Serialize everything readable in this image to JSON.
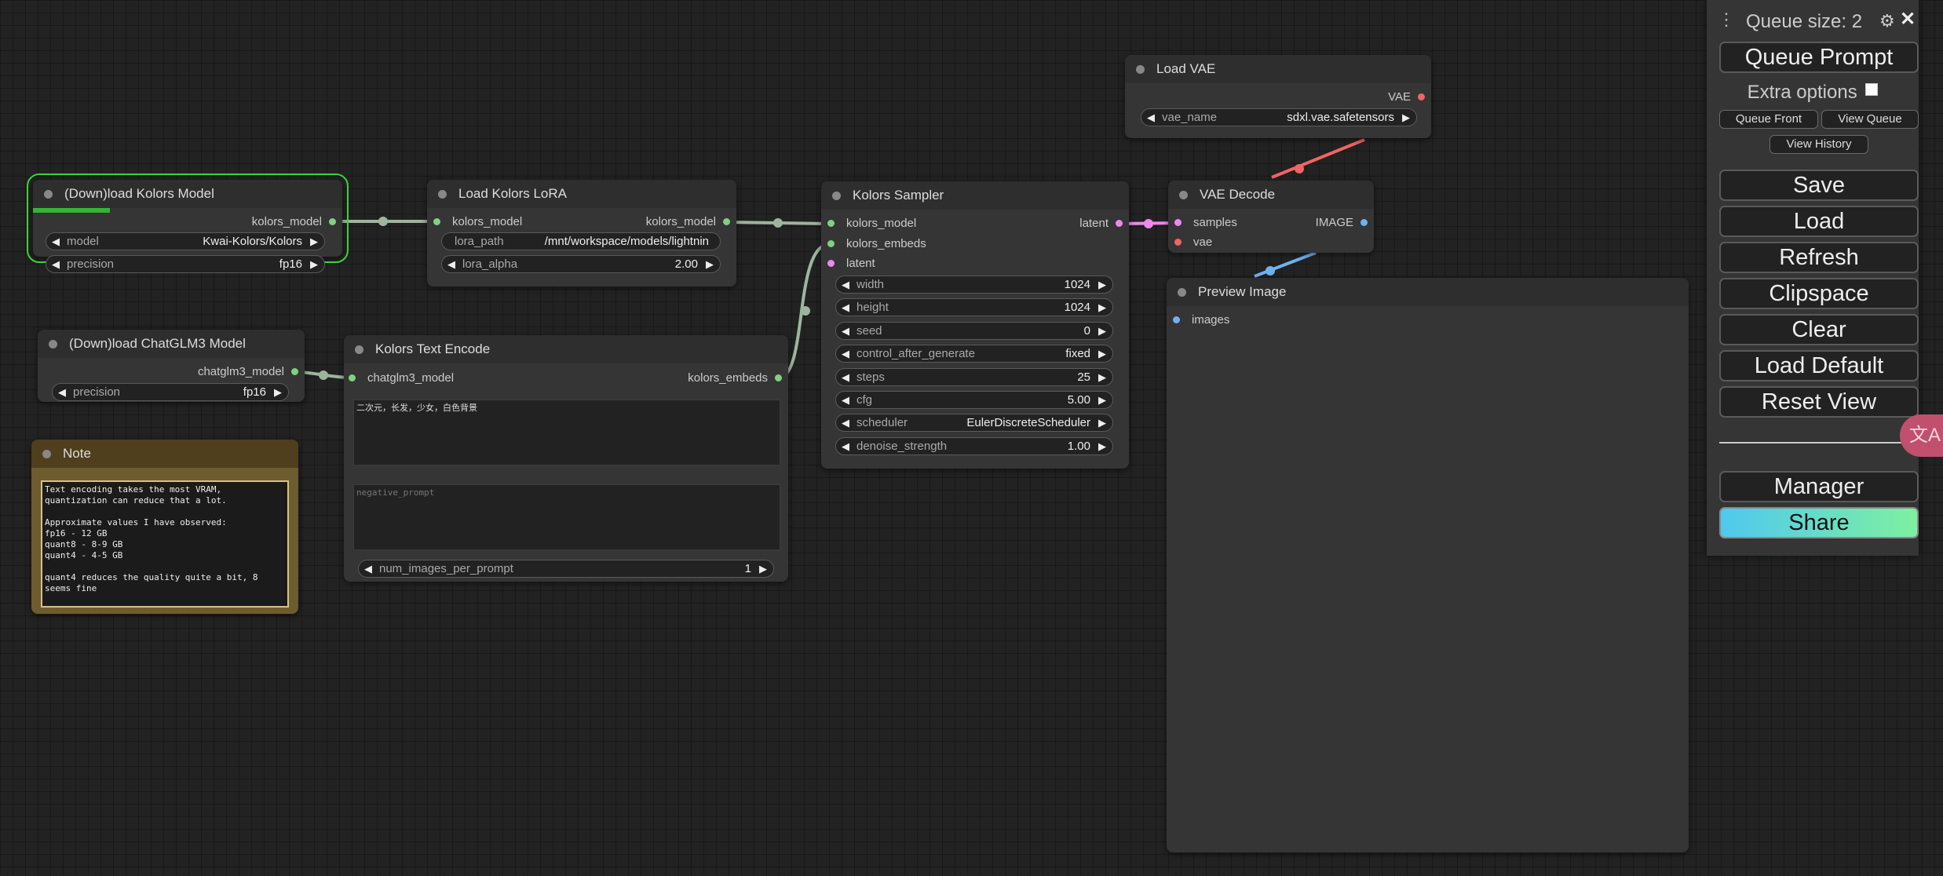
{
  "nodes": {
    "kolors_model": {
      "title": "(Down)load Kolors Model",
      "output": "kolors_model",
      "widgets": [
        {
          "label": "model",
          "value": "Kwai-Kolors/Kolors"
        },
        {
          "label": "precision",
          "value": "fp16"
        }
      ],
      "progress": 0.25
    },
    "chatglm": {
      "title": "(Down)load ChatGLM3 Model",
      "output": "chatglm3_model",
      "widgets": [
        {
          "label": "precision",
          "value": "fp16"
        }
      ]
    },
    "note": {
      "title": "Note",
      "text": "Text encoding takes the most VRAM,\nquantization can reduce that a lot.\n\nApproximate values I have observed:\nfp16 - 12 GB\nquant8 - 8-9 GB\nquant4 - 4-5 GB\n\nquant4 reduces the quality quite a bit, 8\nseems fine"
    },
    "lora": {
      "title": "Load Kolors LoRA",
      "input": "kolors_model",
      "output": "kolors_model",
      "widgets": [
        {
          "label": "lora_path",
          "value": "/mnt/workspace/models/lightnin"
        },
        {
          "label": "lora_alpha",
          "value": "2.00"
        }
      ]
    },
    "text_encode": {
      "title": "Kolors Text Encode",
      "input": "chatglm3_model",
      "output": "kolors_embeds",
      "prompt": "二次元，长发，少女，白色背景",
      "negative_placeholder": "negative_prompt",
      "widgets": [
        {
          "label": "num_images_per_prompt",
          "value": "1"
        }
      ]
    },
    "sampler": {
      "title": "Kolors Sampler",
      "inputs": [
        "kolors_model",
        "kolors_embeds",
        "latent"
      ],
      "output": "latent",
      "widgets": [
        {
          "label": "width",
          "value": "1024"
        },
        {
          "label": "height",
          "value": "1024"
        },
        {
          "label": "seed",
          "value": "0"
        },
        {
          "label": "control_after_generate",
          "value": "fixed"
        },
        {
          "label": "steps",
          "value": "25"
        },
        {
          "label": "cfg",
          "value": "5.00"
        },
        {
          "label": "scheduler",
          "value": "EulerDiscreteScheduler"
        },
        {
          "label": "denoise_strength",
          "value": "1.00"
        }
      ]
    },
    "vae": {
      "title": "Load VAE",
      "output": "VAE",
      "widgets": [
        {
          "label": "vae_name",
          "value": "sdxl.vae.safetensors"
        }
      ]
    },
    "vae_decode": {
      "title": "VAE Decode",
      "inputs": [
        "samples",
        "vae"
      ],
      "output": "IMAGE"
    },
    "preview": {
      "title": "Preview Image",
      "input": "images"
    }
  },
  "menu": {
    "queue_size": "Queue size: 2",
    "queue_prompt": "Queue Prompt",
    "extra_options": "Extra options",
    "queue_front": "Queue Front",
    "view_queue": "View Queue",
    "view_history": "View History",
    "save": "Save",
    "load": "Load",
    "refresh": "Refresh",
    "clipspace": "Clipspace",
    "clear": "Clear",
    "load_default": "Load Default",
    "reset_view": "Reset View",
    "manager": "Manager",
    "share": "Share",
    "icons": {
      "drag": "drag-handle-icon",
      "settings": "gear-icon",
      "close": "close-icon",
      "translate": "translate-icon"
    }
  },
  "colors": {
    "canvas": "#222222",
    "node": "#353535",
    "selected_outline": "#3ad23a",
    "model_link": "#7ed37e",
    "latent_link": "#ee88ee",
    "vae_link": "#f06565",
    "image_link": "#6fb2ee",
    "share_gradient": [
      "#4fc8f0",
      "#7ef0a0"
    ]
  }
}
